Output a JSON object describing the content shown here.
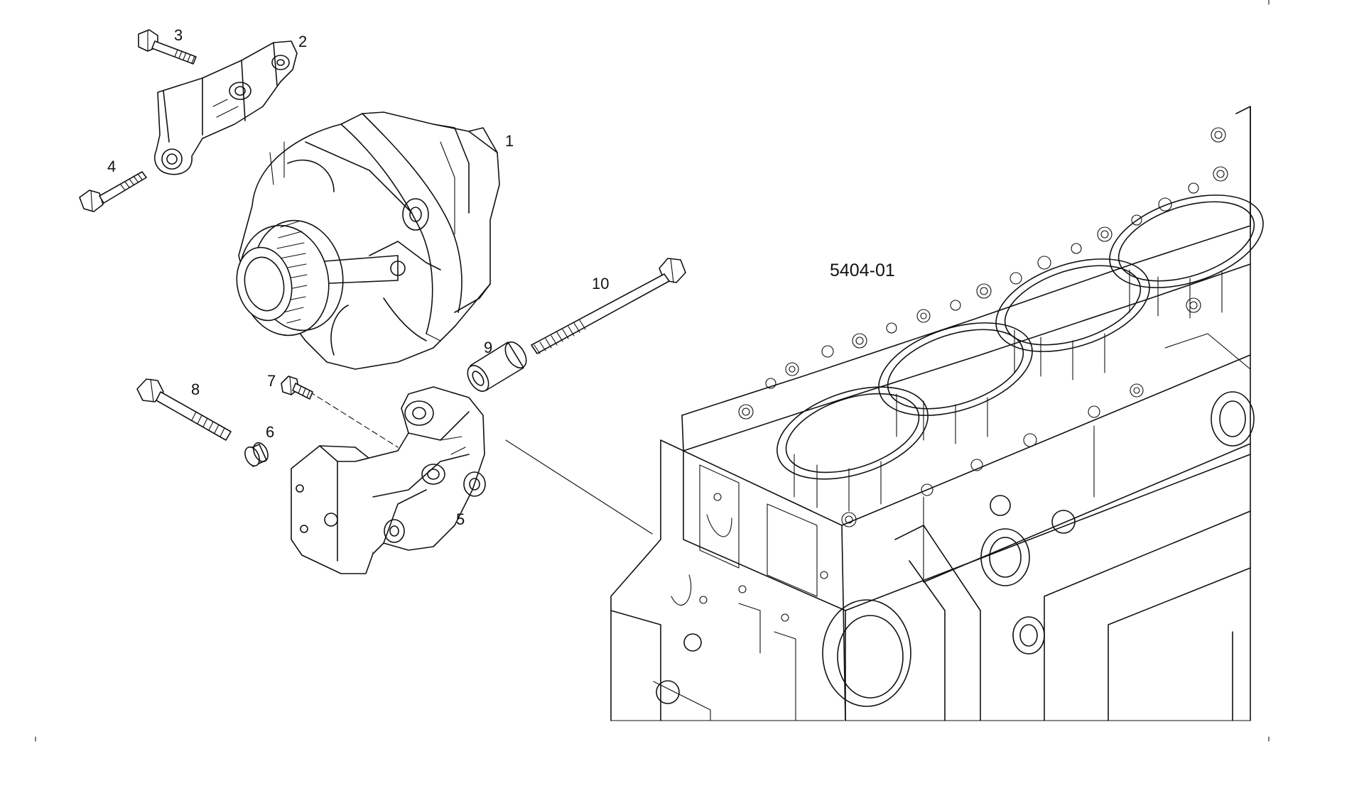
{
  "diagram": {
    "reference_code": "5404-01",
    "callouts": [
      "1",
      "2",
      "3",
      "4",
      "5",
      "6",
      "7",
      "8",
      "9",
      "10"
    ],
    "parts": [
      {
        "id": "1",
        "icon": "alternator-icon"
      },
      {
        "id": "2",
        "icon": "upper-bracket-icon"
      },
      {
        "id": "3",
        "icon": "bolt-icon"
      },
      {
        "id": "4",
        "icon": "bolt-icon"
      },
      {
        "id": "5",
        "icon": "lower-bracket-icon"
      },
      {
        "id": "6",
        "icon": "bushing-icon"
      },
      {
        "id": "7",
        "icon": "bolt-icon"
      },
      {
        "id": "8",
        "icon": "bolt-icon"
      },
      {
        "id": "9",
        "icon": "sleeve-icon"
      },
      {
        "id": "10",
        "icon": "long-bolt-icon"
      }
    ],
    "colors": {
      "line": "#111111",
      "background": "#ffffff"
    }
  }
}
